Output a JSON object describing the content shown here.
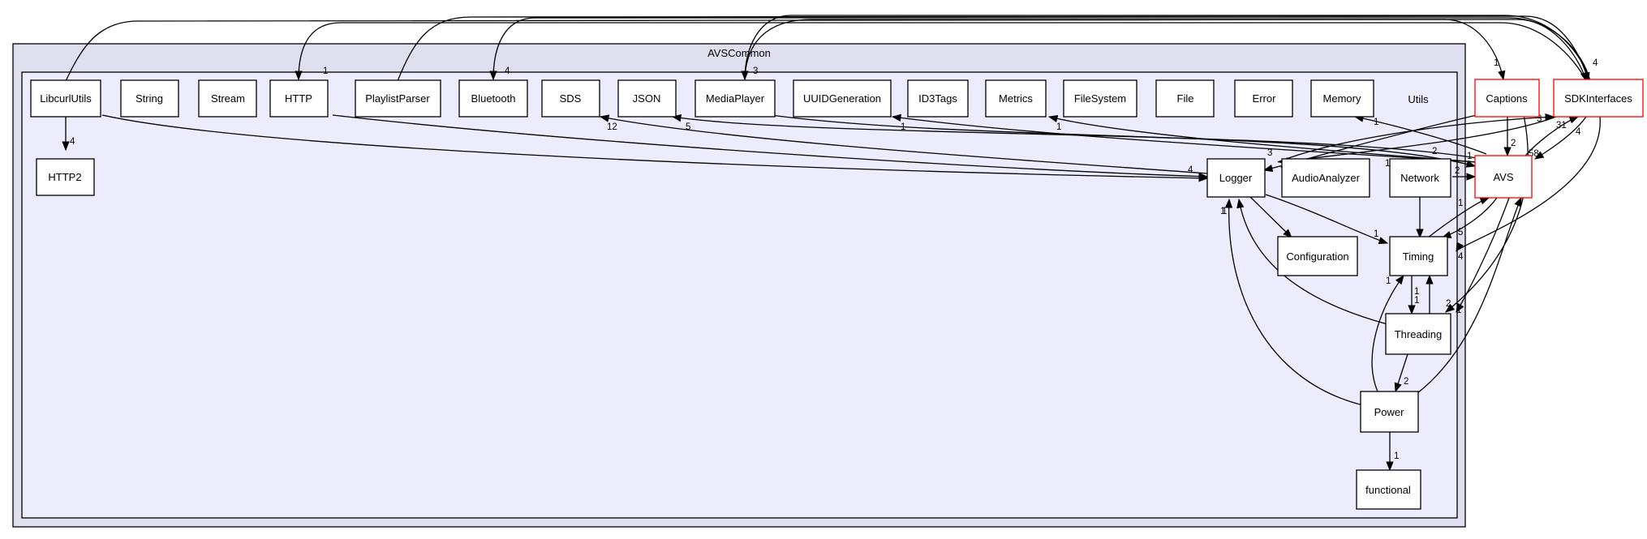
{
  "clusters": {
    "outer": "AVSCommon",
    "inner": "Utils"
  },
  "nodes": {
    "libcurlutils": "LibcurlUtils",
    "string": "String",
    "stream": "Stream",
    "http": "HTTP",
    "playlistparser": "PlaylistParser",
    "bluetooth": "Bluetooth",
    "sds": "SDS",
    "json": "JSON",
    "mediaplayer": "MediaPlayer",
    "uuidgeneration": "UUIDGeneration",
    "id3tags": "ID3Tags",
    "metrics": "Metrics",
    "filesystem": "FileSystem",
    "file": "File",
    "error": "Error",
    "memory": "Memory",
    "http2": "HTTP2",
    "logger": "Logger",
    "audioanalyzer": "AudioAnalyzer",
    "network": "Network",
    "configuration": "Configuration",
    "timing": "Timing",
    "threading": "Threading",
    "power": "Power",
    "functional": "functional",
    "captions": "Captions",
    "sdkinterfaces": "SDKInterfaces",
    "avs": "AVS"
  },
  "edge_labels": {
    "libcurl_http2": "4",
    "top_http": "1",
    "top_bluetooth": "4",
    "top_mediaplayer": "3",
    "top_captions": "1",
    "sdk_top": "4",
    "sds_n": "12",
    "json_n": "5",
    "uuid_n": "1",
    "metrics_n": "1",
    "memory_n": "1",
    "logger_in": "4",
    "logger_cap": "3",
    "aa_in": "2",
    "aa_sdk": "1",
    "avs_sdk": "2",
    "avs_net": "2",
    "avs_in": "1",
    "cap_avs": "2",
    "avs_sdk2": "3",
    "sdk_avs": "31",
    "avs_sdk3": "58",
    "sdk_side": "4",
    "net_timing": "1",
    "logger_conf": "1",
    "logger_timing": "1",
    "timing_avs": "1",
    "avs_timing": "5",
    "avs_threading": "4",
    "threading_timing_a": "1",
    "threading_timing_b": "1",
    "cap_threading": "2",
    "sdk_threading": "1",
    "logger_back": "1",
    "threading_power": "2",
    "power_timing": "1",
    "power_logger": "1",
    "power_functional": "1"
  }
}
